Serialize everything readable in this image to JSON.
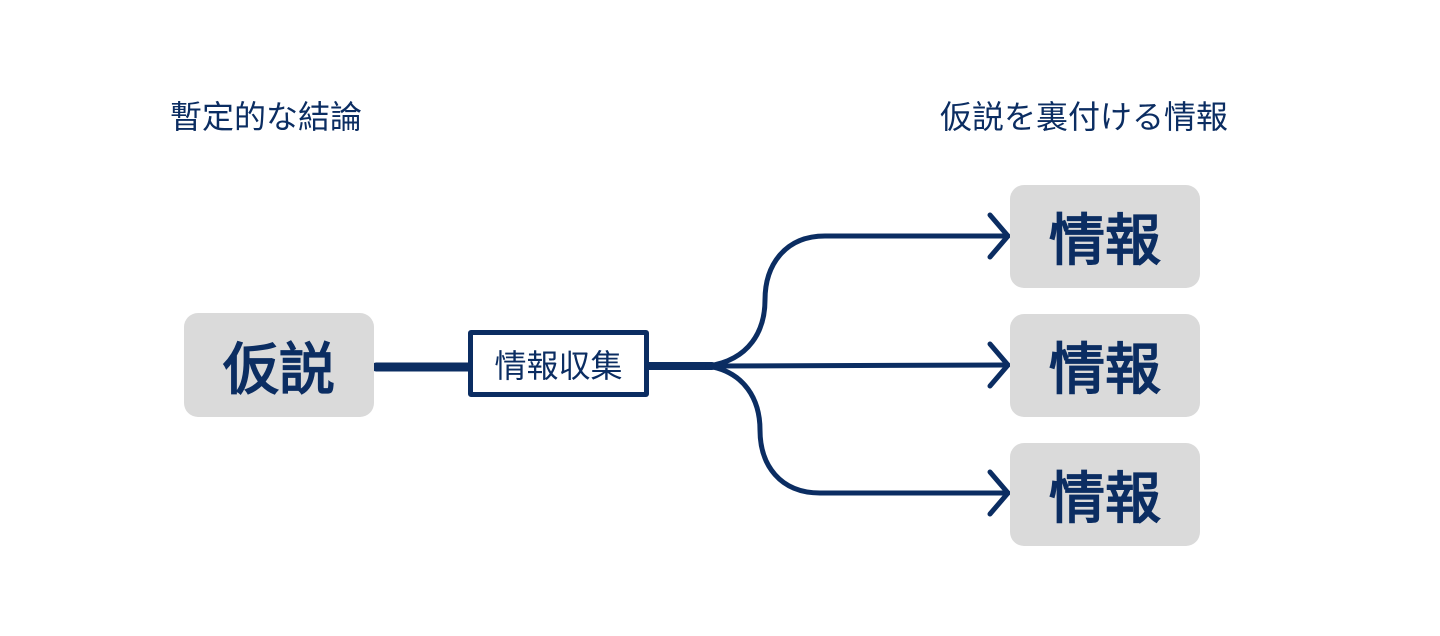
{
  "labels": {
    "left": "暫定的な結論",
    "right": "仮説を裏付ける情報"
  },
  "hypothesis": "仮説",
  "process": "情報収集",
  "info_boxes": [
    "情報",
    "情報",
    "情報"
  ],
  "colors": {
    "primary": "#0b2d62",
    "box_fill": "#dadada"
  }
}
